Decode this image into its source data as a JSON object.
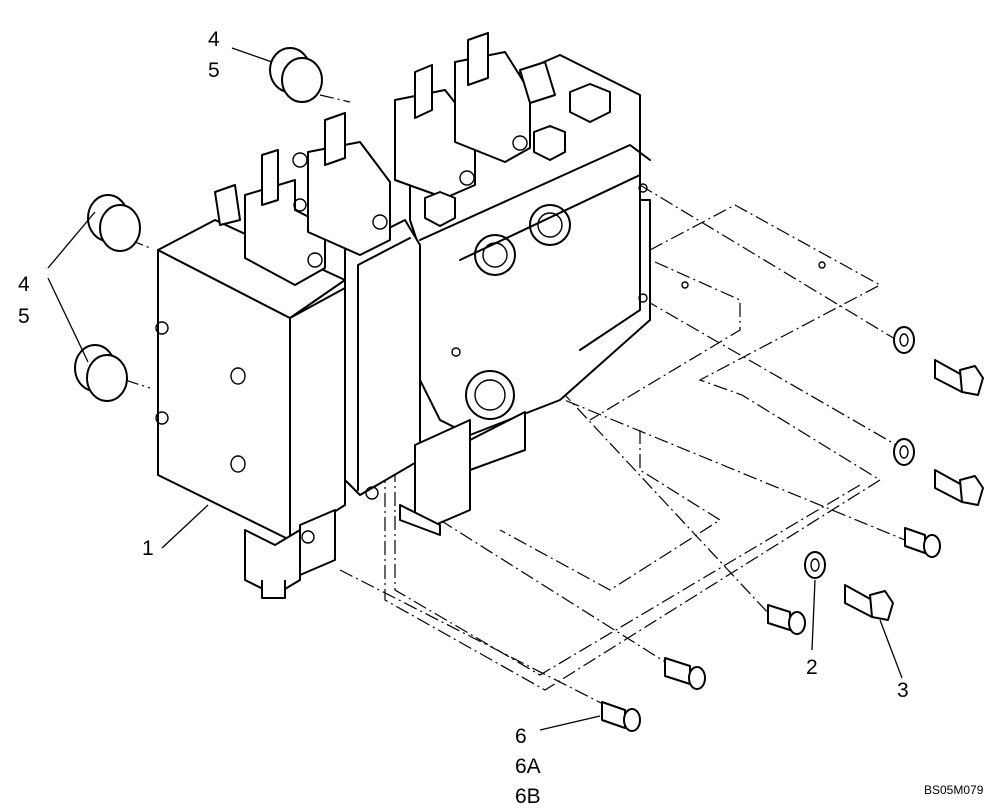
{
  "drawing_code": "BS05M079",
  "callouts": {
    "c1": "1",
    "c2": "2",
    "c3": "3",
    "c4_top": "4",
    "c5_top": "5",
    "c4_left": "4",
    "c5_left": "5",
    "c6": "6",
    "c6a": "6A",
    "c6b": "6B"
  }
}
